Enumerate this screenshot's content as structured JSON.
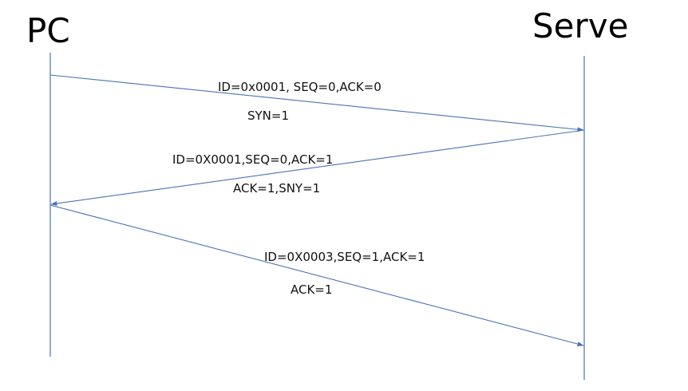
{
  "actors": {
    "pc": "PC",
    "serve": "Serve"
  },
  "messages": [
    {
      "from": "PC",
      "to": "Serve",
      "line1": "ID=0x0001,  SEQ=0,ACK=0",
      "line2": "SYN=1"
    },
    {
      "from": "Serve",
      "to": "PC",
      "line1": "ID=0X0001,SEQ=0,ACK=1",
      "line2": "ACK=1,SNY=1"
    },
    {
      "from": "PC",
      "to": "Serve",
      "line1": "ID=0X0003,SEQ=1,ACK=1",
      "line2": "ACK=1"
    }
  ],
  "colors": {
    "line": "#4a72b8",
    "text": "#111111"
  }
}
